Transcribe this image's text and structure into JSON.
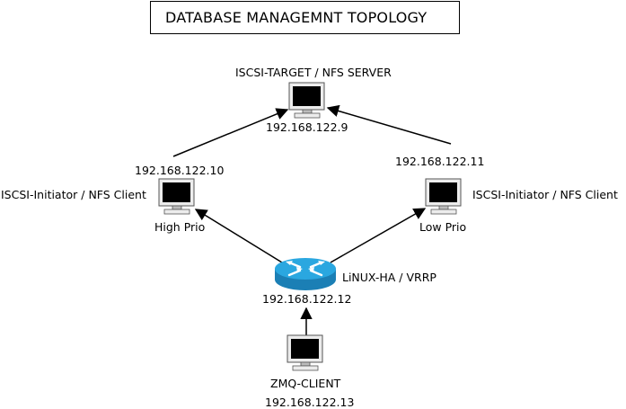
{
  "title": "DATABASE MANAGEMNT TOPOLOGY",
  "nodes": {
    "server": {
      "name": "ISCSI-TARGET / NFS SERVER",
      "ip": "192.168.122.9"
    },
    "left": {
      "ip": "192.168.122.10",
      "role": "ISCSI-Initiator / NFS Client",
      "prio": "High Prio"
    },
    "right": {
      "ip": "192.168.122.11",
      "role": "ISCSI-Initiator / NFS Client",
      "prio": "Low Prio"
    },
    "router": {
      "name": "LiNUX-HA / VRRP",
      "ip": "192.168.122.12"
    },
    "client": {
      "name": "ZMQ-CLIENT",
      "ip": "192.168.122.13"
    }
  },
  "colors": {
    "monitor_screen": "#000000",
    "monitor_body": "#e6e6e6",
    "router_top": "#2aa7e0",
    "router_side": "#1b7fb5",
    "edge": "#000000"
  },
  "icons": {
    "computer": "computer-icon",
    "router": "router-icon"
  }
}
